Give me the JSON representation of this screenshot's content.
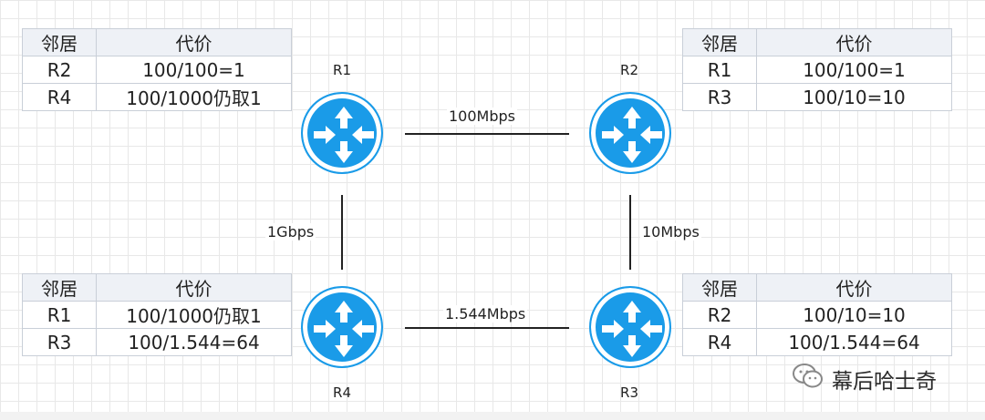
{
  "routers": {
    "r1": {
      "label": "R1"
    },
    "r2": {
      "label": "R2"
    },
    "r3": {
      "label": "R3"
    },
    "r4": {
      "label": "R4"
    }
  },
  "links": {
    "r1_r2": "100Mbps",
    "r1_r4": "1Gbps",
    "r2_r3": "10Mbps",
    "r4_r3": "1.544Mbps"
  },
  "tables": {
    "r1": {
      "headers": [
        "邻居",
        "代价"
      ],
      "rows": [
        [
          "R2",
          "100/100=1"
        ],
        [
          "R4",
          "100/1000仍取1"
        ]
      ]
    },
    "r2": {
      "headers": [
        "邻居",
        "代价"
      ],
      "rows": [
        [
          "R1",
          "100/100=1"
        ],
        [
          "R3",
          "100/10=10"
        ]
      ]
    },
    "r4": {
      "headers": [
        "邻居",
        "代价"
      ],
      "rows": [
        [
          "R1",
          "100/1000仍取1"
        ],
        [
          "R3",
          "100/1.544=64"
        ]
      ]
    },
    "r3": {
      "headers": [
        "邻居",
        "代价"
      ],
      "rows": [
        [
          "R2",
          "100/10=10"
        ],
        [
          "R4",
          "100/1.544=64"
        ]
      ]
    }
  },
  "watermark": {
    "text": "幕后哈士奇",
    "icon": "wechat-icon"
  },
  "colors": {
    "router": "#1a9be8",
    "header_bg": "#eef1f6",
    "border": "#c9cfd8"
  }
}
